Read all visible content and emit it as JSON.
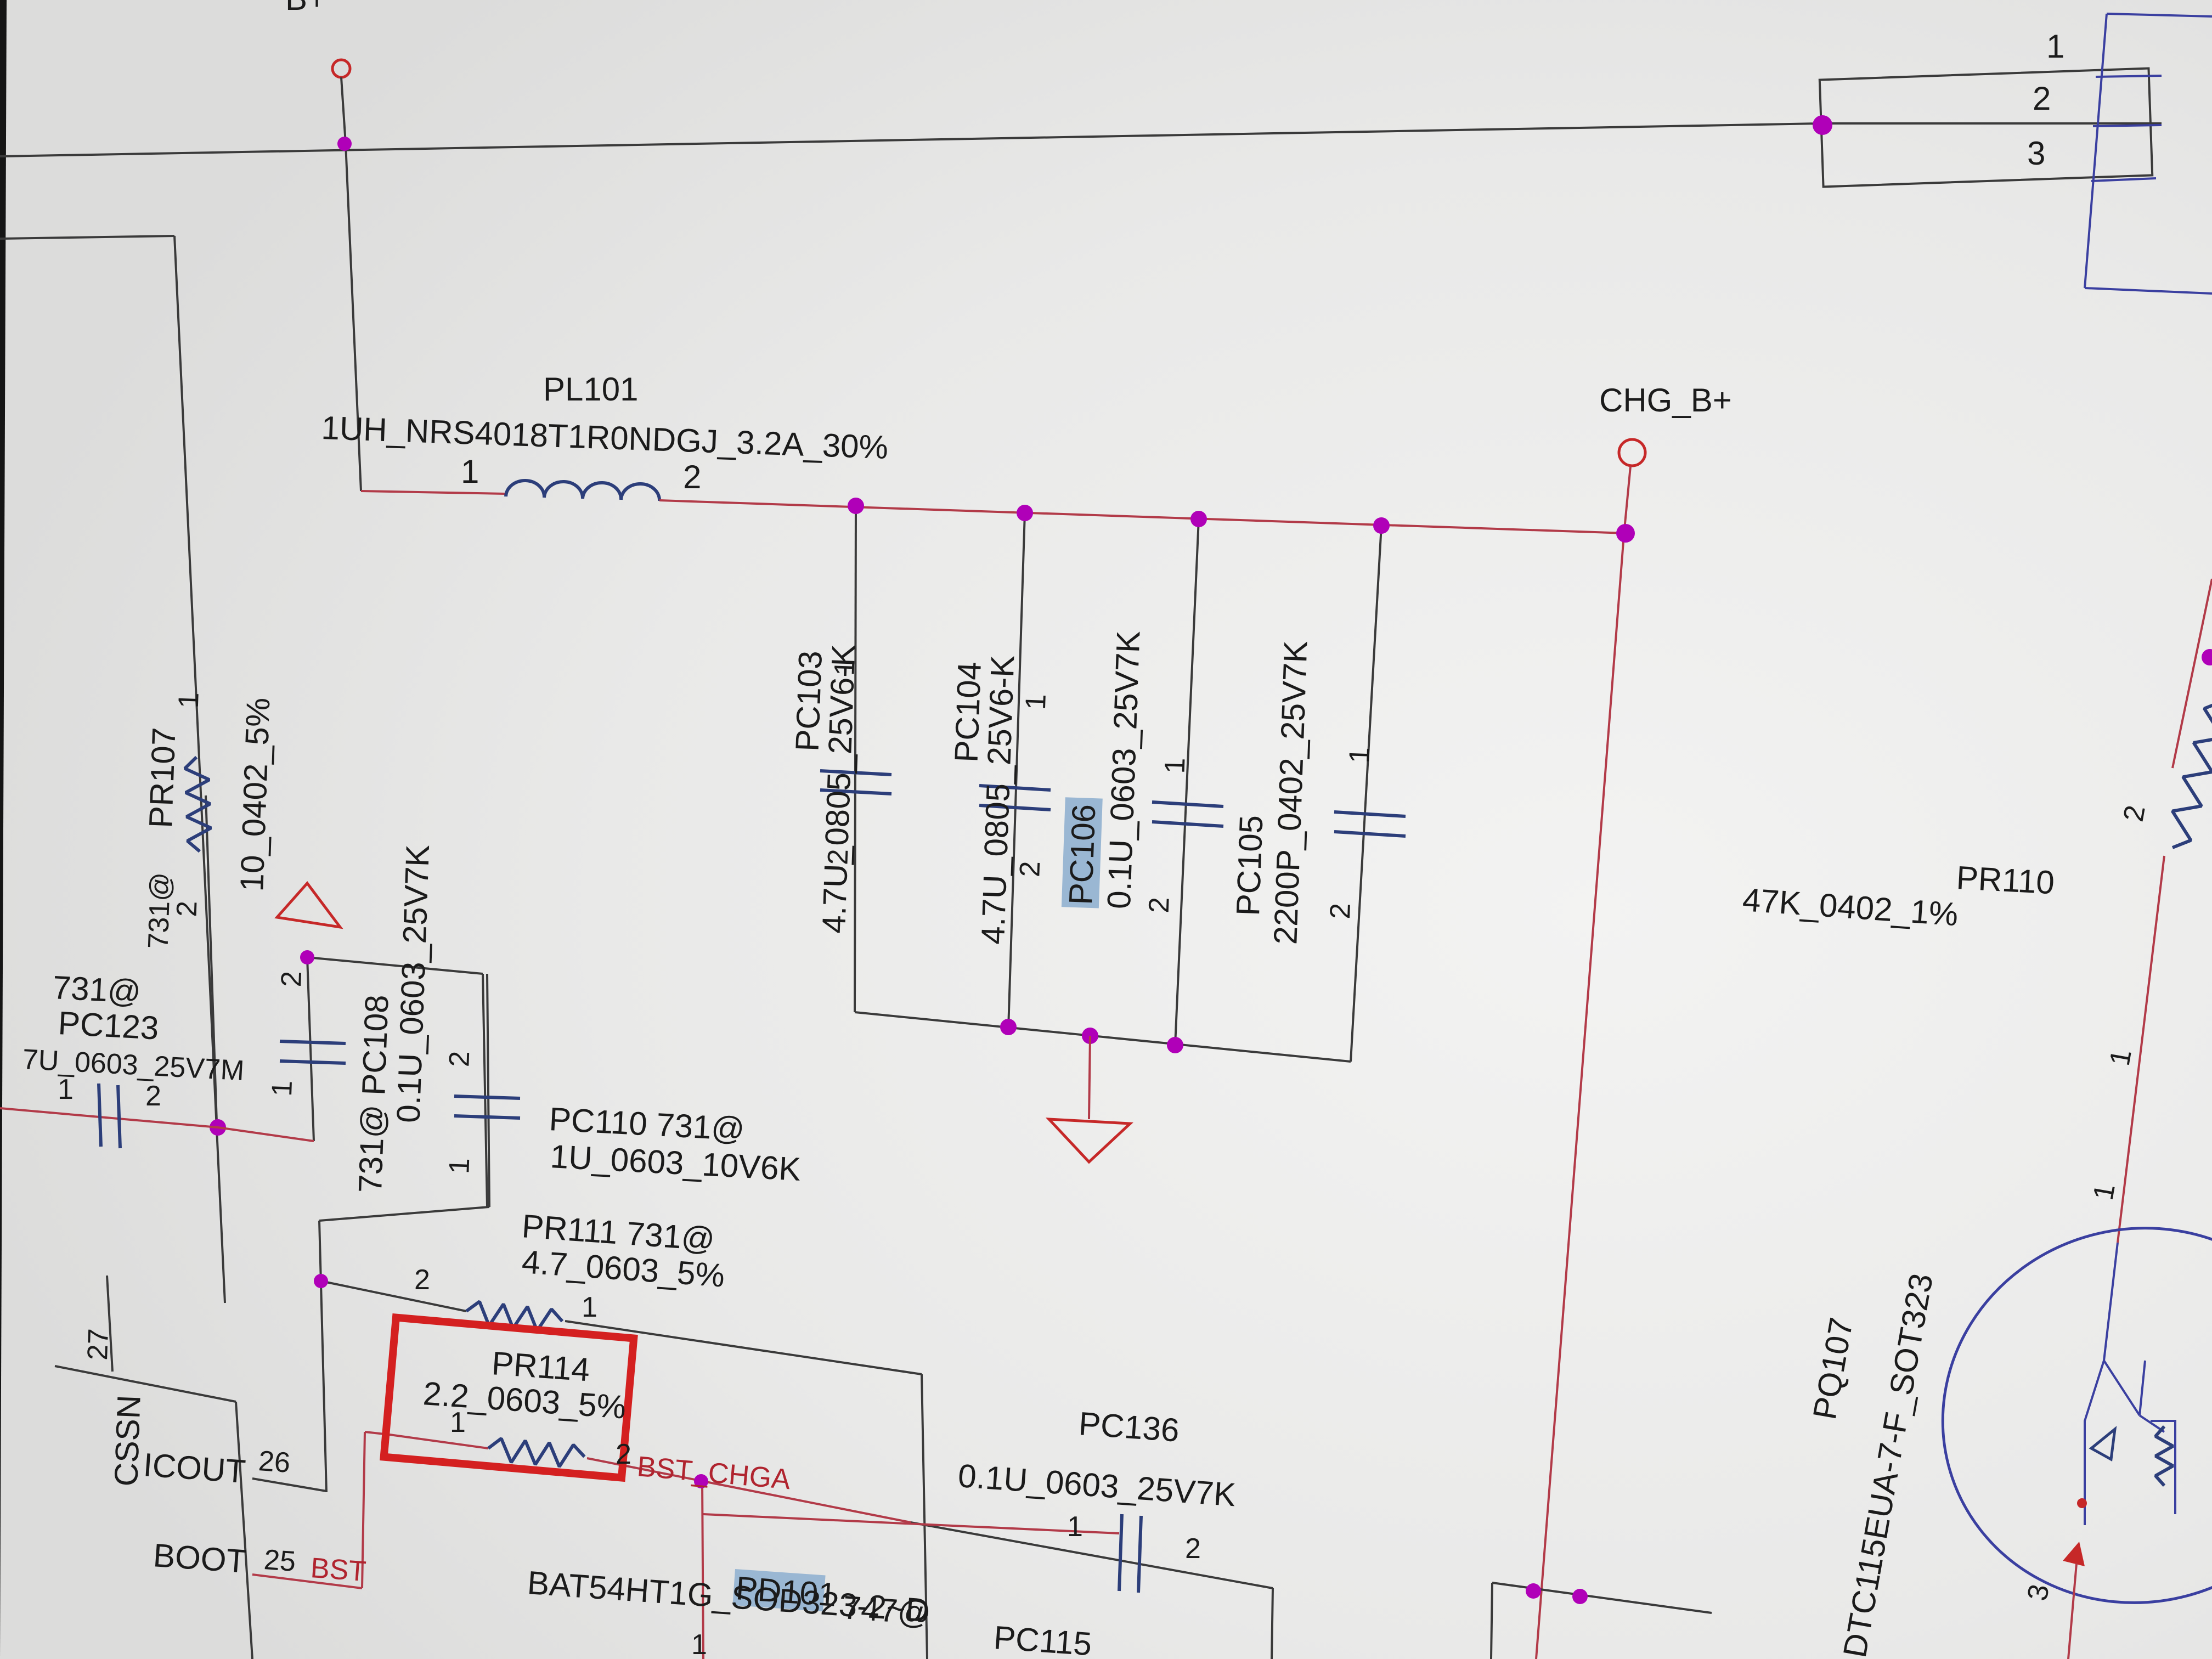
{
  "colors": {
    "wire_red": "#b23a48",
    "wire_black": "#3a3a3a",
    "junction": "#b000b8",
    "component_blue": "#2c3e7a",
    "selection_highlight": "#9ab7d3",
    "markup_box": "#d42020",
    "ground_symbol": "#c62828"
  },
  "nets": {
    "chg_bplus": "CHG_B+",
    "bst_chga": "BST_CHGA",
    "bst": "BST",
    "top_cut": "B+"
  },
  "connector": {
    "pins": [
      "1",
      "2",
      "3"
    ]
  },
  "pl101": {
    "ref": "PL101",
    "value": "1UH_NRS4018T1R0NDGJ_3.2A_30%",
    "pin1": "1",
    "pin2": "2"
  },
  "caps": {
    "pc103": {
      "ref": "PC103",
      "value": "4.7U_0805_25V6-K",
      "pin1": "1",
      "pin2": "2"
    },
    "pc104": {
      "ref": "PC104",
      "value": "4.7U_0805_25V6-K",
      "pin1": "1",
      "pin2": "2"
    },
    "pc106": {
      "ref": "PC106",
      "value": "0.1U_0603_25V7K",
      "pin1": "1",
      "pin2": "2"
    },
    "pc105": {
      "ref": "PC105",
      "value": "2200P_0402_25V7K",
      "pin1": "1",
      "pin2": "2"
    },
    "pc108": {
      "ref": "731@ PC108",
      "value": "0.1U_0603_25V7K",
      "pin1": "1",
      "pin2": "2"
    },
    "pc110": {
      "ref": "PC110 731@",
      "value": "1U_0603_10V6K",
      "pin1": "1",
      "pin2": "2"
    },
    "pc123": {
      "opt": "731@",
      "ref": "PC123",
      "value": "7U_0603_25V7M",
      "pin1": "1",
      "pin2": "2"
    },
    "pc136": {
      "ref": "PC136",
      "value": "0.1U_0603_25V7K",
      "pin1": "1",
      "pin2": "2"
    },
    "pc115": {
      "ref": "PC115"
    }
  },
  "resistors": {
    "pr107": {
      "ref": "PR107",
      "opt": "731@",
      "value": "10_0402_5%",
      "pin1": "1",
      "pin2": "2"
    },
    "pr111": {
      "ref": "PR111 731@",
      "value": "4.7_0603_5%",
      "pin1": "1",
      "pin2": "2"
    },
    "pr114": {
      "ref": "PR114",
      "value": "2.2_0603_5%",
      "pin1": "1",
      "pin2": "2"
    },
    "pr110": {
      "ref": "PR110",
      "value": "47K_0402_1%",
      "pin1": "1",
      "pin2": "2"
    }
  },
  "ic_pins": [
    {
      "num": "27",
      "name": "CSSN"
    },
    {
      "num": "26",
      "name": "ICOUT"
    },
    {
      "num": "25",
      "name": "BOOT"
    }
  ],
  "pd101": {
    "ref": "PD101",
    "opt": "747@",
    "value": "BAT54HT1G_SOD323-2~D",
    "pin": "1"
  },
  "pq107": {
    "ref": "PQ107",
    "value": "DTC115EUA-7-F_SOT323",
    "pin1": "1",
    "pin3": "3"
  }
}
